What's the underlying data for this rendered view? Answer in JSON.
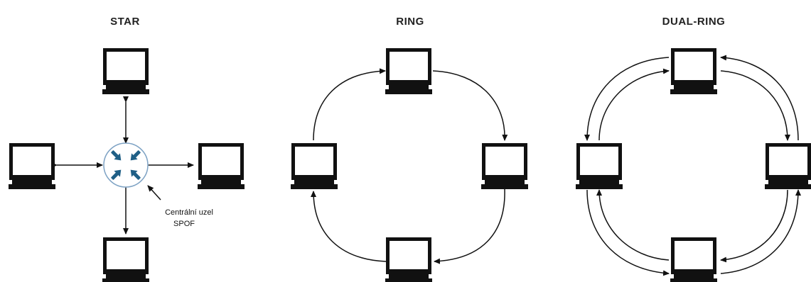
{
  "diagrams": {
    "star": {
      "title": "STAR",
      "central_node_label": [
        "Centrální uzel",
        "SPOF"
      ],
      "central_node_icon": "router-icon",
      "node_icon": "computer-icon"
    },
    "ring": {
      "title": "RING",
      "node_icon": "computer-icon"
    },
    "dual_ring": {
      "title": "DUAL-RING",
      "node_icon": "computer-icon"
    }
  }
}
